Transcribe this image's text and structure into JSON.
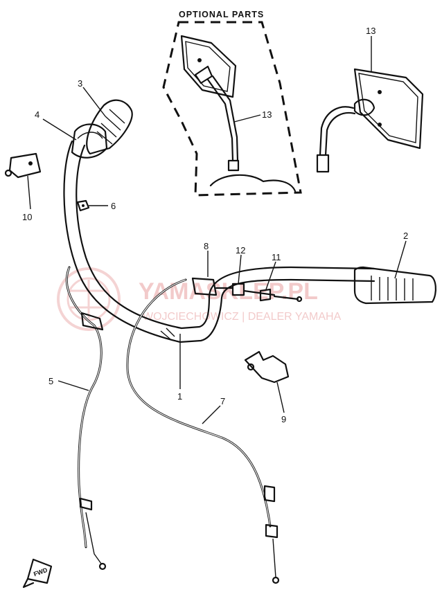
{
  "optional_parts_label": "OPTIONAL PARTS",
  "callouts": [
    {
      "id": "1",
      "label": "1"
    },
    {
      "id": "2",
      "label": "2"
    },
    {
      "id": "3",
      "label": "3"
    },
    {
      "id": "4",
      "label": "4"
    },
    {
      "id": "5",
      "label": "5"
    },
    {
      "id": "6",
      "label": "6"
    },
    {
      "id": "7",
      "label": "7"
    },
    {
      "id": "8",
      "label": "8"
    },
    {
      "id": "9",
      "label": "9"
    },
    {
      "id": "10",
      "label": "10"
    },
    {
      "id": "11",
      "label": "11"
    },
    {
      "id": "12",
      "label": "12"
    },
    {
      "id": "13",
      "label": "13"
    },
    {
      "id": "13b",
      "label": "13"
    }
  ],
  "watermark": {
    "title": "YAMASKLEP.PL",
    "subtitle": "WOJCIECHOWICZ | DEALER YAMAHA",
    "color": "#e8a0a0"
  },
  "direction_marker": "FWD"
}
